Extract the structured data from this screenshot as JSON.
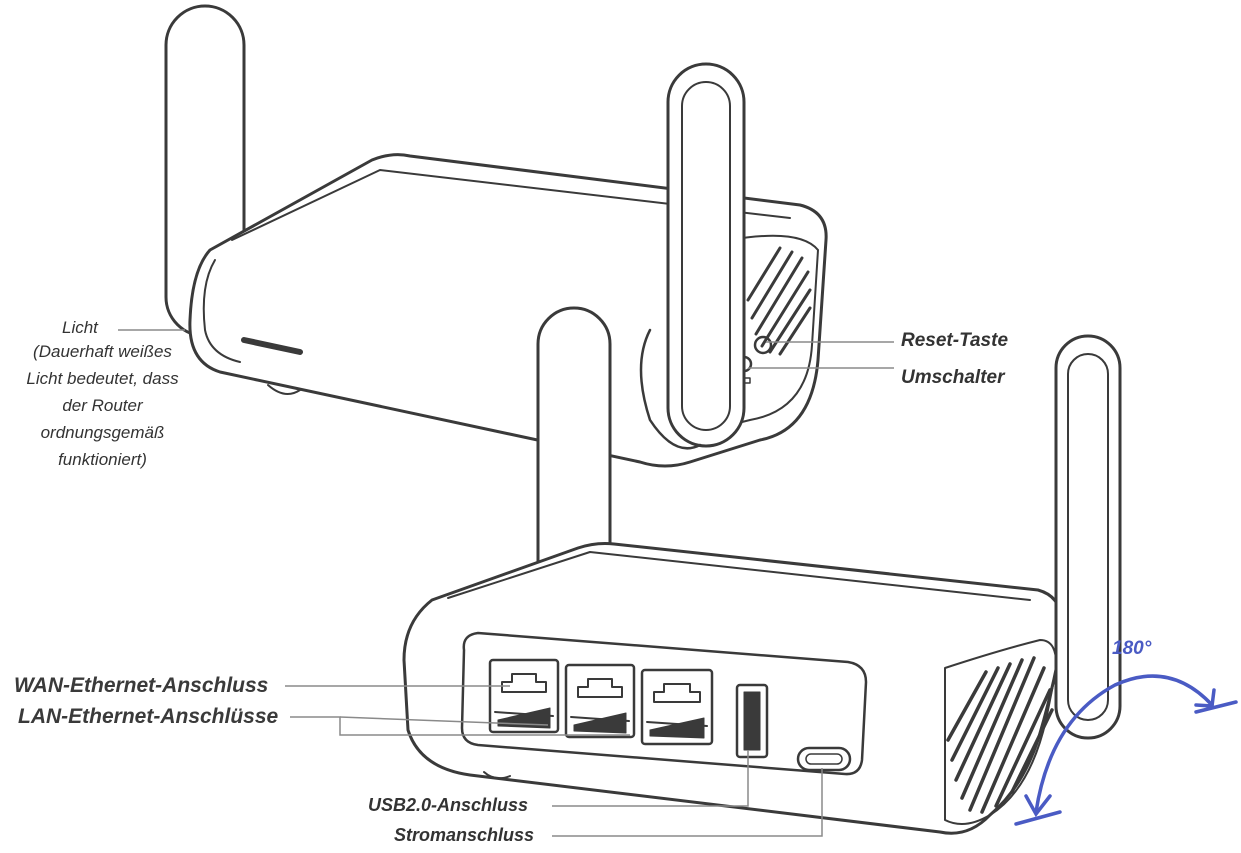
{
  "labels": {
    "licht": "Licht",
    "licht_desc": [
      "(Dauerhaft weißes",
      "Licht bedeutet, dass",
      "der Router",
      "ordnungsgemäß",
      "funktioniert)"
    ],
    "reset": "Reset-Taste",
    "umschalter": "Umschalter",
    "wan": "WAN-Ethernet-Anschluss",
    "lan": "LAN-Ethernet-Anschlüsse",
    "usb": "USB2.0-Anschluss",
    "strom": "Stromanschluss",
    "rotation": "180°"
  },
  "colors": {
    "outline": "#3a3a3a",
    "leader": "#8a8a8a",
    "accent": "#4a5bc4",
    "text": "#333333"
  }
}
